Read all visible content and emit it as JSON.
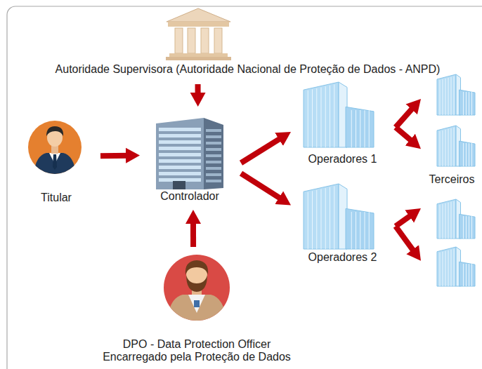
{
  "diagram": {
    "nodes": [
      {
        "text": [
          "Autoridade Supervisora (Autoridade Nacional de Proteção de Dados - ANPD)"
        ]
      },
      {
        "text": [
          "Titular"
        ]
      },
      {
        "text": [
          "Controlador"
        ]
      },
      {
        "text": [
          "Operadores 1"
        ]
      },
      {
        "text": [
          "Operadores 2"
        ]
      },
      {
        "text": [
          "DPO - Data Protection Officer Encarregado pela Proteção de Dados"
        ]
      },
      {
        "text": [
          "Terceiros"
        ]
      }
    ],
    "edges": [
      {
        "from": 1,
        "to": 2,
        "arrow": "to"
      },
      {
        "from": 0,
        "to": 2,
        "arrow": "to"
      },
      {
        "from": 5,
        "to": 2,
        "arrow": "to"
      },
      {
        "from": 2,
        "to": 3,
        "arrow": "to"
      },
      {
        "from": 2,
        "to": 4,
        "arrow": "to"
      },
      {
        "from": 3,
        "to": 6,
        "arrow": "to"
      },
      {
        "from": 3,
        "to": 6,
        "arrow": "to"
      },
      {
        "from": 4,
        "to": 6,
        "arrow": "to"
      },
      {
        "from": 4,
        "to": 6,
        "arrow": "to"
      }
    ]
  }
}
